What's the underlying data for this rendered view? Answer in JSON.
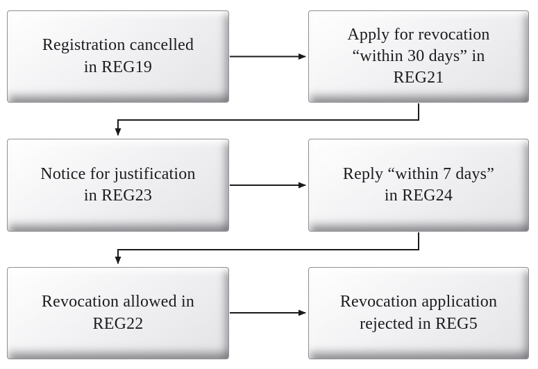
{
  "figure": {
    "type": "flowchart",
    "background_color": "#ffffff",
    "box_border_color": "#8f8f93",
    "box_fill_light": "#ffffff",
    "box_fill_dark": "#e3e3e6",
    "arrow_color": "#1a1a1a",
    "text_color": "#1c1c1e"
  },
  "boxes": [
    {
      "id": "reg19",
      "text": "Registration cancelled\nin REG19"
    },
    {
      "id": "reg21",
      "text": "Apply for revocation\n“within 30 days” in\nREG21"
    },
    {
      "id": "reg23",
      "text": "Notice for justification\nin REG23"
    },
    {
      "id": "reg24",
      "text": "Reply “within 7 days”\nin REG24"
    },
    {
      "id": "reg22",
      "text": "Revocation allowed in\nREG22"
    },
    {
      "id": "reg5",
      "text": "Revocation application\nrejected in REG5"
    }
  ],
  "connectors": [
    {
      "from": "reg19",
      "to": "reg21",
      "shape": "straight-right"
    },
    {
      "from": "reg21",
      "to": "reg23",
      "shape": "elbow-down-left-down"
    },
    {
      "from": "reg23",
      "to": "reg24",
      "shape": "straight-right"
    },
    {
      "from": "reg24",
      "to": "reg22",
      "shape": "elbow-down-left-down"
    },
    {
      "from": "reg22",
      "to": "reg5",
      "shape": "straight-right"
    }
  ]
}
